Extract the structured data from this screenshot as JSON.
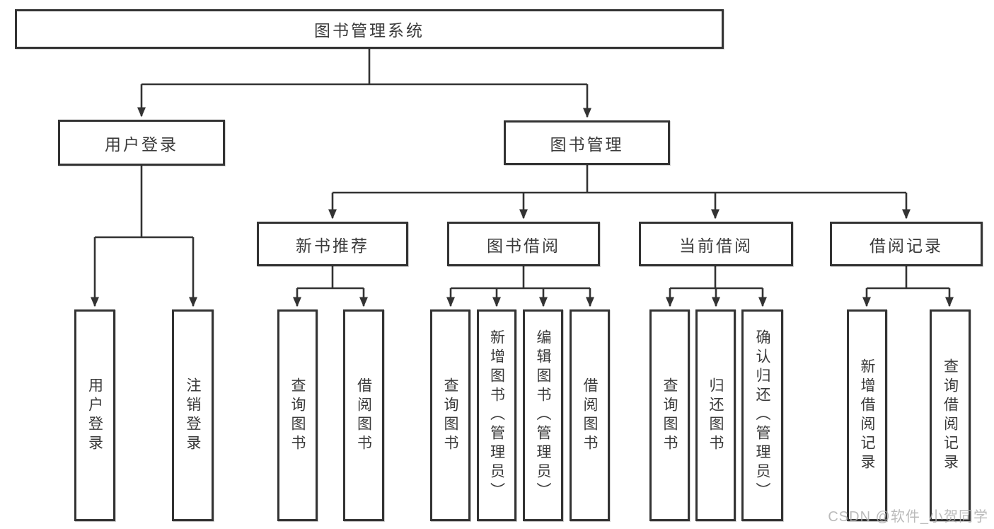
{
  "diagram": {
    "root": {
      "label": "图书管理系统"
    },
    "branches": [
      {
        "label": "用户登录",
        "children": [
          "用户登录",
          "注销登录"
        ]
      },
      {
        "label": "图书管理",
        "children": [
          {
            "label": "新书推荐",
            "children": [
              "查询图书",
              "借阅图书"
            ]
          },
          {
            "label": "图书借阅",
            "children": [
              "查询图书",
              "新增图书（管理员）",
              "编辑图书（管理员）",
              "借阅图书"
            ]
          },
          {
            "label": "当前借阅",
            "children": [
              "查询图书",
              "归还图书",
              "确认归还（管理员）"
            ]
          },
          {
            "label": "借阅记录",
            "children": [
              "新增借阅记录",
              "查询借阅记录"
            ]
          }
        ]
      }
    ]
  },
  "watermark": {
    "text": "CSDN @软件_小贺同学"
  },
  "colors": {
    "line": "#333333",
    "text": "#3a3a3a",
    "watermark": "#afafaf",
    "background": "#ffffff"
  }
}
